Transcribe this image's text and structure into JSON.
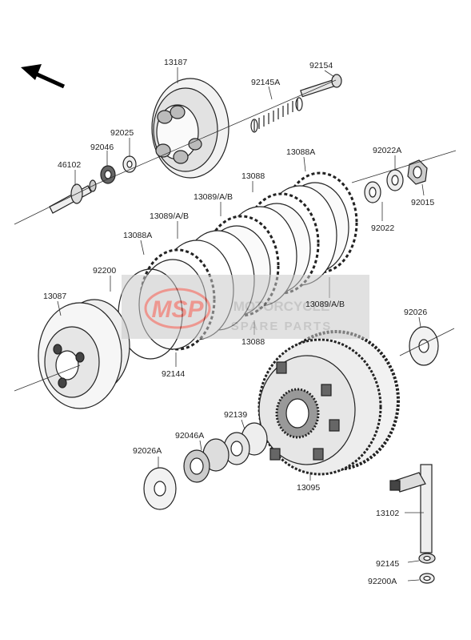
{
  "diagram": {
    "part_numbers": [
      "13187",
      "92154",
      "92145A",
      "92025",
      "92046",
      "46102",
      "92022A",
      "13088A",
      "13088",
      "92022",
      "92015",
      "13089/A/B",
      "13089/A/B",
      "13088A",
      "92200",
      "13087",
      "13089/A/B",
      "13088",
      "92144",
      "92026",
      "92139",
      "92046A",
      "92026A",
      "13095",
      "13102",
      "92145",
      "92200A"
    ]
  },
  "watermark": {
    "logo_text": "MSP",
    "line1": "MOTORCYCLE",
    "line2": "SPARE PARTS"
  },
  "colors": {
    "line": "#222222",
    "fill_light": "#f2f2f2",
    "fill_mid": "#d8d8d8",
    "fill_dark": "#555555",
    "watermark_red": "#e4483a",
    "watermark_grey": "#9a9a9a"
  }
}
